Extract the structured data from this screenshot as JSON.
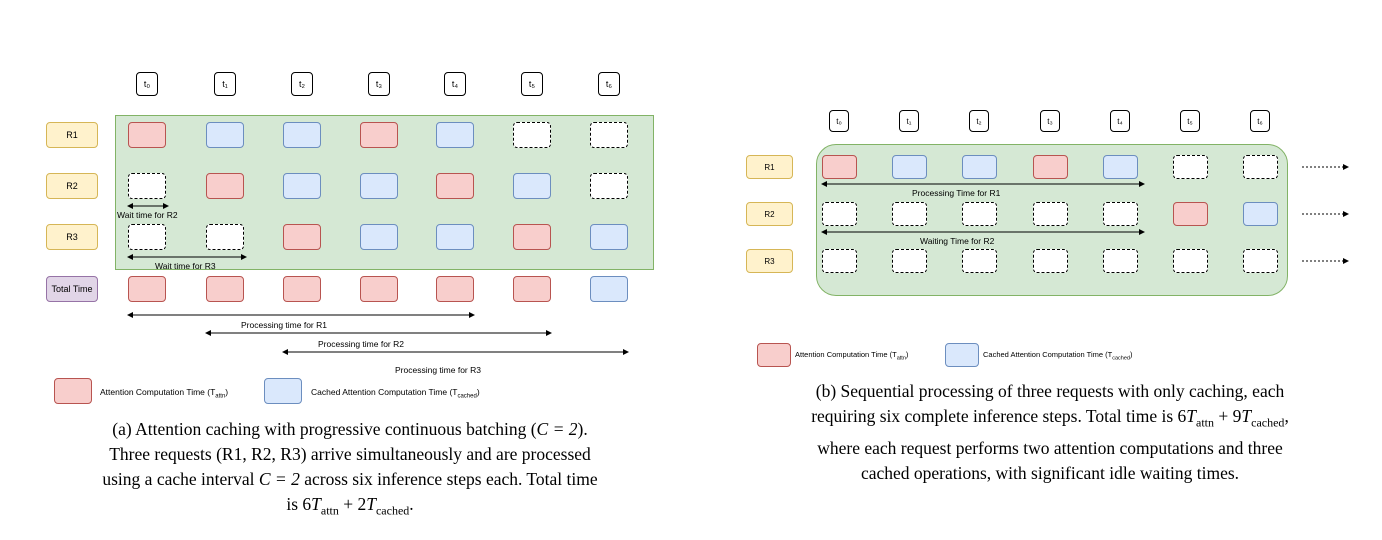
{
  "panel_a": {
    "time_labels": [
      "t₀",
      "t₁",
      "t₂",
      "t₃",
      "t₄",
      "t₅",
      "t₆"
    ],
    "rows": [
      {
        "label": "R1",
        "cells": [
          "attn",
          "cached",
          "cached",
          "attn",
          "cached",
          "empty",
          "empty"
        ]
      },
      {
        "label": "R2",
        "cells": [
          "empty",
          "attn",
          "cached",
          "cached",
          "attn",
          "cached",
          "empty"
        ]
      },
      {
        "label": "R3",
        "cells": [
          "empty",
          "empty",
          "attn",
          "cached",
          "cached",
          "attn",
          "cached"
        ]
      },
      {
        "label": "Total Time",
        "cells": [
          "attn",
          "attn",
          "attn",
          "attn",
          "attn",
          "attn",
          "cached"
        ]
      }
    ],
    "wait_r2": "Wait time for R2",
    "wait_r3": "Wait time for R3",
    "proc_r1": "Processing time for R1",
    "proc_r2": "Processing time for R2",
    "proc_r3": "Processing time for R3",
    "legend_attn": "Attention Computation Time (T",
    "legend_attn_sub": "attn",
    "legend_cached": "Cached Attention Computation Time (T",
    "legend_cached_sub": "cached",
    "caption_line1": "(a) Attention caching with progressive continuous batching (",
    "caption_line1_math": "C = 2",
    "caption_line1_end": ").",
    "caption_line2": "Three requests (R1, R2, R3) arrive simultaneously and are processed",
    "caption_line3a": "using a cache interval ",
    "caption_line3_math": "C = 2",
    "caption_line3b": " across six inference steps each. Total time",
    "caption_line4a": "is 6",
    "caption_line4_t1": "T",
    "caption_line4_sub1": "attn",
    "caption_line4b": " + 2",
    "caption_line4_t2": "T",
    "caption_line4_sub2": "cached",
    "caption_line4c": "."
  },
  "panel_b": {
    "time_labels": [
      "t₀",
      "t₁",
      "t₂",
      "t₃",
      "t₄",
      "t₅",
      "t₆"
    ],
    "rows": [
      {
        "label": "R1",
        "cells": [
          "attn",
          "cached",
          "cached",
          "attn",
          "cached",
          "empty",
          "empty"
        ]
      },
      {
        "label": "R2",
        "cells": [
          "empty",
          "empty",
          "empty",
          "empty",
          "empty",
          "attn",
          "cached"
        ]
      },
      {
        "label": "R3",
        "cells": [
          "empty",
          "empty",
          "empty",
          "empty",
          "empty",
          "empty",
          "empty"
        ]
      }
    ],
    "proc_r1": "Processing Time for R1",
    "wait_r2": "Waiting Time for R2",
    "legend_attn": "Attention Computation Time (T",
    "legend_attn_sub": "attn",
    "legend_cached": "Cached Attention Computation Time (T",
    "legend_cached_sub": "cached",
    "caption_line1": "(b) Sequential processing of three requests with only caching, each",
    "caption_line2a": "requiring six complete inference steps. Total time is 6",
    "caption_line2_t1": "T",
    "caption_line2_sub1": "attn",
    "caption_line2b": " + 9",
    "caption_line2_t2": "T",
    "caption_line2_sub2": "cached",
    "caption_line2c": ",",
    "caption_line3": "where each request performs two attention computations and three",
    "caption_line4": "cached operations, with significant idle waiting times."
  },
  "colors": {
    "attn_fill": "#f8cecc",
    "cached_fill": "#dae8fc",
    "green_fill": "#d5e8d4",
    "row_label_fill": "#fff2cc",
    "total_label_fill": "#e1d5e7"
  }
}
